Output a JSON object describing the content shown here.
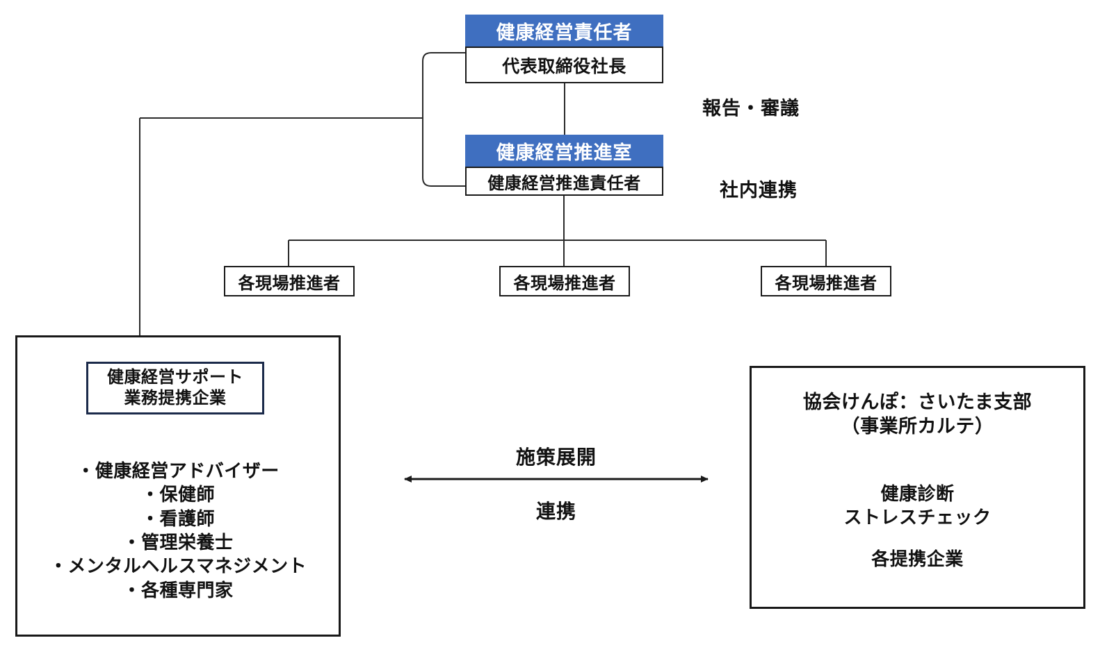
{
  "diagram": {
    "title_hidden": "健康経営推進体制図",
    "nodes": {
      "top": {
        "header": "健康経営責任者",
        "body": "代表取締役社長"
      },
      "office": {
        "header": "健康経営推進室",
        "body": "健康経営推進責任者"
      },
      "site_promoters": [
        {
          "label": "各現場推進者"
        },
        {
          "label": "各現場推進者"
        },
        {
          "label": "各現場推進者"
        }
      ]
    },
    "edge_labels": {
      "report": "報告・審議",
      "internal": "社内連携",
      "deploy": "施策展開",
      "cooperate": "連携"
    },
    "left_panel": {
      "inner_title_line1": "健康経営サポート",
      "inner_title_line2": "業務提携企業",
      "items": [
        "・健康経営アドバイザー",
        "・保健師",
        "・看護師",
        "・管理栄養士",
        "・メンタルヘルスマネジメント",
        "・各種専門家"
      ]
    },
    "right_panel": {
      "title_line1": "協会けんぽ：さいたま支部",
      "title_line2": "（事業所カルテ）",
      "service_line1": "健康診断",
      "service_line2": "ストレスチェック",
      "partners": "各提携企業"
    },
    "colors": {
      "header_blue": "#3f6fc0",
      "header_text": "#ffffff",
      "line": "#2a2a2a",
      "box_border": "#181818",
      "inner_border": "#1b2a4a",
      "background": "#ffffff",
      "text": "#111111"
    }
  }
}
